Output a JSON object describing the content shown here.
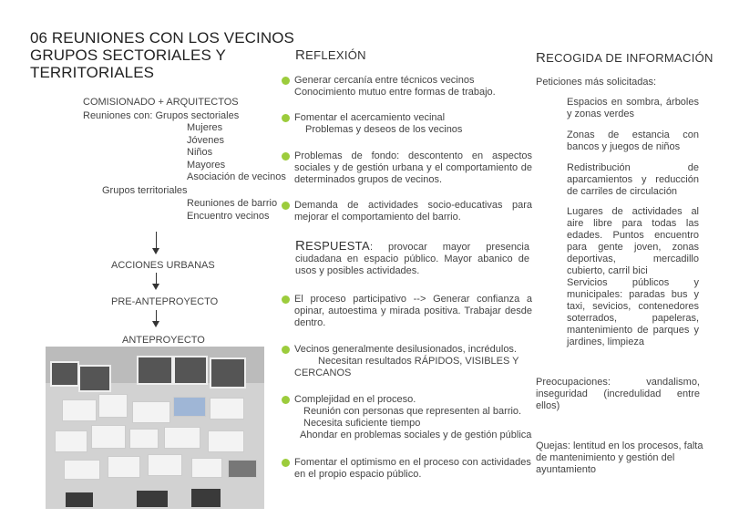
{
  "left": {
    "title_lines": [
      "06 REUNIONES CON LOS VECINOS",
      "GRUPOS SECTORIALES Y",
      "TERRITORIALES"
    ],
    "comisionado": "COMISIONADO + ARQUITECTOS",
    "reuniones_con": "Reuniones con: Grupos sectoriales",
    "sectoriales": [
      "Mujeres",
      "Jóvenes",
      "Niños",
      "Mayores",
      "Asociación de vecinos"
    ],
    "territoriales_label": "Grupos territoriales",
    "territoriales": [
      "Reuniones de barrio",
      "Encuentro vecinos"
    ],
    "flow": [
      "ACCIONES URBANAS",
      "PRE-ANTEPROYECTO",
      "ANTEPROYECTO"
    ]
  },
  "middle": {
    "reflexion_cap": "R",
    "reflexion_rest": "EFLEXIÓN",
    "bullets1": [
      {
        "main": "Generar cercanía entre técnicos vecinos",
        "sub": "Conocimiento mutuo entre formas de trabajo."
      },
      {
        "main": "Fomentar el acercamiento vecinal",
        "sub": "Problemas y deseos de los vecinos"
      },
      {
        "main": "Problemas de fondo: descontento en aspectos sociales y de gestión urbana y el comportamiento de determinados grupos de vecinos.",
        "sub": ""
      },
      {
        "main": "Demanda de actividades socio-educativas para mejorar el comportamiento del barrio.",
        "sub": ""
      }
    ],
    "respuesta_cap": "R",
    "respuesta_rest": "ESPUESTA",
    "respuesta_text": ": provocar mayor presencia ciudadana en espacio público. Mayor abanico de usos y posibles actividades.",
    "bullets2": [
      {
        "main": "El proceso participativo --> Generar confianza a opinar, autoestima y mirada positiva. Trabajar desde dentro.",
        "subs": []
      },
      {
        "main": "Vecinos generalmente desilusionados, incrédulos.",
        "subs": [
          "Necesitan resultados RÁPIDOS, VISIBLES Y CERCANOS"
        ]
      },
      {
        "main": "Complejidad en el proceso.",
        "subs": [
          "Reunión con personas que representen al barrio.",
          "Necesita suficiente tiempo",
          "Ahondar en problemas sociales y de gestión pública"
        ]
      },
      {
        "main": "Fomentar el optimismo en el proceso con actividades en el propio espacio público.",
        "subs": []
      }
    ]
  },
  "right": {
    "heading_cap1": "R",
    "heading_rest1": "ECOGIDA DE ",
    "heading_cap2": "",
    "heading_rest2": "INFORMACIÓN",
    "peticiones_label": "Peticiones más solicitadas:",
    "peticiones": [
      "Espacios en sombra, árboles y zonas verdes",
      "Zonas de estancia con bancos y juegos de niños",
      "Redistribución de aparcamientos y reducción de carriles de circulación",
      "Lugares de actividades al aire libre para todas las edades. Puntos encuentro para gente joven, zonas deportivas, mercadillo cubierto, carril bici",
      "Servicios públicos y municipales: paradas bus y taxi, sevicios, contenedores soterrados, papeleras, mantenimiento de parques y jardines, limpieza"
    ],
    "preocupaciones": "Preocupaciones: vandalismo, inseguridad (incredulidad entre ellos)",
    "quejas": "Quejas: lentitud en los procesos, falta de mantenimiento y gestión del ayuntamiento"
  },
  "colors": {
    "bullet": "#9ccc3c",
    "text": "#444444"
  }
}
